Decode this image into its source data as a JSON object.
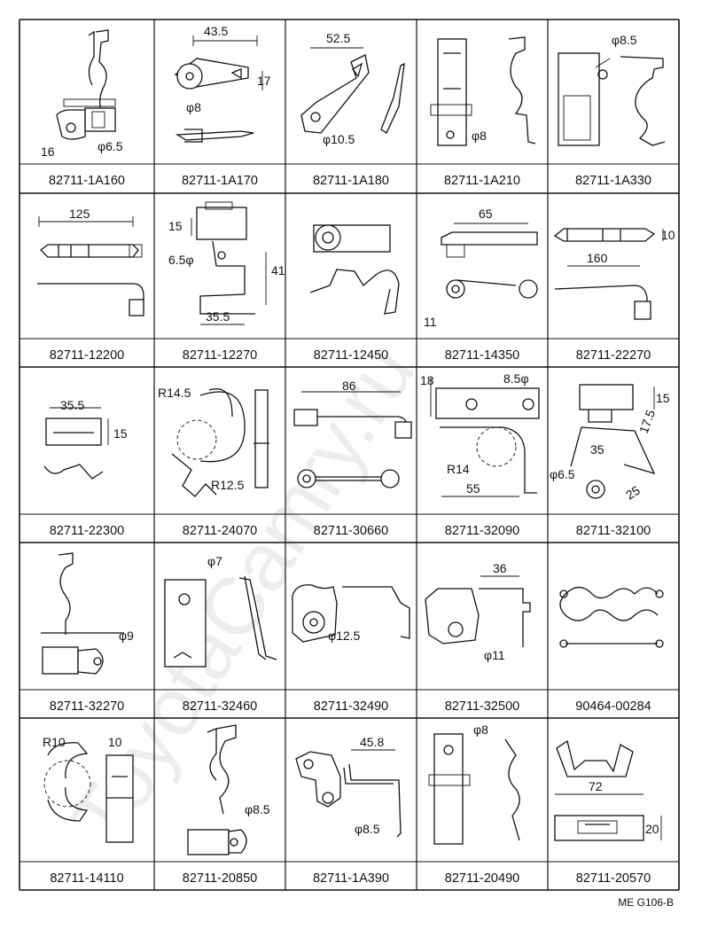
{
  "watermark": "ToyotaCamry.ru",
  "sheet_ref": "ME G106-B",
  "parts": [
    {
      "part_no": "82711-1A160",
      "dims": [
        "16",
        "φ6.5"
      ]
    },
    {
      "part_no": "82711-1A170",
      "dims": [
        "43.5",
        "17",
        "φ8"
      ]
    },
    {
      "part_no": "82711-1A180",
      "dims": [
        "52.5",
        "φ10.5"
      ]
    },
    {
      "part_no": "82711-1A210",
      "dims": [
        "φ8"
      ]
    },
    {
      "part_no": "82711-1A330",
      "dims": [
        "φ8.5"
      ]
    },
    {
      "part_no": "82711-12200",
      "dims": [
        "125"
      ]
    },
    {
      "part_no": "82711-12270",
      "dims": [
        "15",
        "6.5φ",
        "41",
        "35.5"
      ]
    },
    {
      "part_no": "82711-12450",
      "dims": []
    },
    {
      "part_no": "82711-14350",
      "dims": [
        "65",
        "11"
      ]
    },
    {
      "part_no": "82711-22270",
      "dims": [
        "10",
        "160"
      ]
    },
    {
      "part_no": "82711-22300",
      "dims": [
        "35.5",
        "15"
      ]
    },
    {
      "part_no": "82711-24070",
      "dims": [
        "R14.5",
        "R12.5"
      ]
    },
    {
      "part_no": "82711-30660",
      "dims": [
        "86"
      ]
    },
    {
      "part_no": "82711-32090",
      "dims": [
        "18",
        "8.5φ",
        "R14",
        "55"
      ]
    },
    {
      "part_no": "82711-32100",
      "dims": [
        "15",
        "17.5",
        "35",
        "φ6.5",
        "25"
      ]
    },
    {
      "part_no": "82711-32270",
      "dims": [
        "φ9"
      ]
    },
    {
      "part_no": "82711-32460",
      "dims": [
        "φ7"
      ]
    },
    {
      "part_no": "82711-32490",
      "dims": [
        "φ12.5"
      ]
    },
    {
      "part_no": "82711-32500",
      "dims": [
        "36",
        "φ11"
      ]
    },
    {
      "part_no": "90464-00284",
      "dims": []
    },
    {
      "part_no": "82711-14110",
      "dims": [
        "R10",
        "10"
      ]
    },
    {
      "part_no": "82711-20850",
      "dims": [
        "φ8.5"
      ]
    },
    {
      "part_no": "82711-1A390",
      "dims": [
        "45.8",
        "φ8.5"
      ]
    },
    {
      "part_no": "82711-20490",
      "dims": [
        "φ8"
      ]
    },
    {
      "part_no": "82711-20570",
      "dims": [
        "72",
        "20"
      ]
    }
  ]
}
